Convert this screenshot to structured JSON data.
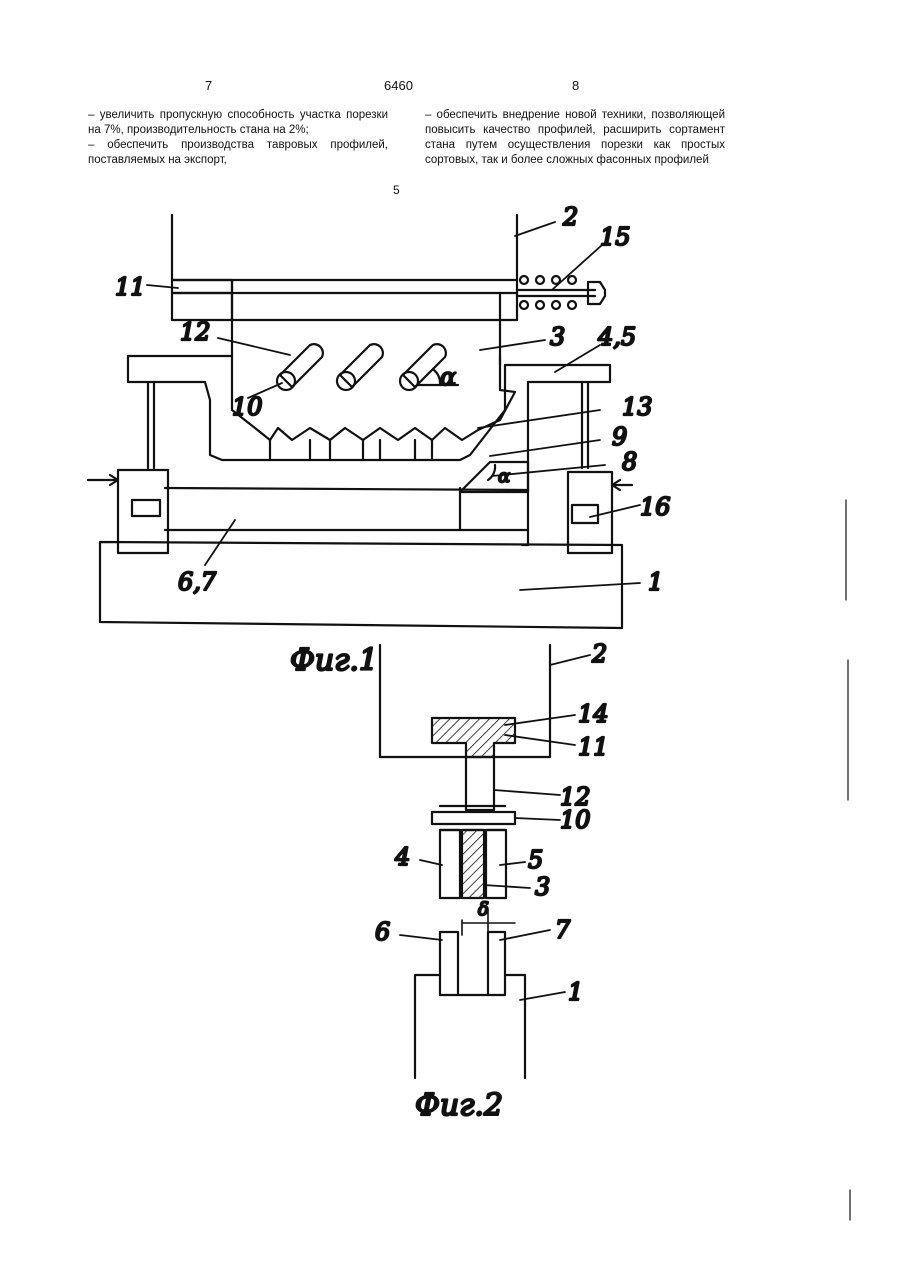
{
  "header": {
    "page_left": "7",
    "patent_number": "6460",
    "page_right": "8"
  },
  "left_column": [
    "– увеличить пропускную способность участка порезки на 7%, производительность стана на 2%;",
    "– обеспечить производства тавровых профилей, поставляемых на экспорт,"
  ],
  "line_number": "5",
  "right_column": [
    "– обеспечить внедрение новой техники, позволяющей повысить качество профилей, расширить сортамент стана путем осуществления порезки как простых сортовых, так и более сложных фасонных профилей"
  ],
  "fig1": {
    "caption": "Фиг.1",
    "labels": {
      "l2": "2",
      "l15": "15",
      "l11": "11",
      "l12": "12",
      "l3": "3",
      "l45": "4,5",
      "l10": "10",
      "l13": "13",
      "l9": "9",
      "l8": "8",
      "l16": "16",
      "l67": "6,7",
      "l1": "1",
      "alpha1": "α",
      "alpha2": "α"
    }
  },
  "fig2": {
    "caption": "Фиг.2",
    "labels": {
      "l2": "2",
      "l14": "14",
      "l11": "11",
      "l12": "12",
      "l10": "10",
      "l4": "4",
      "l5": "5",
      "l3": "3",
      "delta": "δ",
      "l6": "6",
      "l7": "7",
      "l1": "1"
    }
  }
}
